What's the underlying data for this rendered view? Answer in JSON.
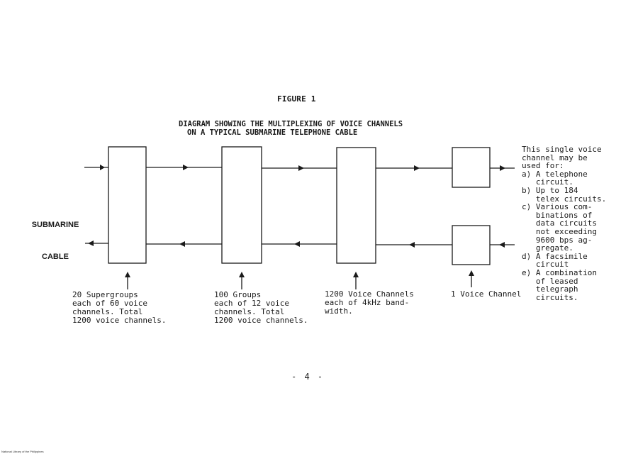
{
  "figure_title": "FIGURE 1",
  "heading": {
    "line1": "DIAGRAM SHOWING THE MULTIPLEXING OF VOICE CHANNELS",
    "line2": "ON A TYPICAL SUBMARINE TELEPHONE CABLE"
  },
  "side_label": {
    "line1": "SUBMARINE",
    "line2": "CABLE"
  },
  "captions": {
    "supergroups": "20 Supergroups\neach of 60 voice\nchannels. Total\n1200 voice channels.",
    "groups": "100 Groups\neach of 12 voice\nchannels. Total\n1200 voice channels.",
    "voice_channels": "1200 Voice Channels\neach of 4kHz band-\nwidth.",
    "single_channel": "1 Voice Channel"
  },
  "notes": "This single voice\nchannel may be\nused for:\na) A telephone\n   circuit.\nb) Up to 184\n   telex circuits.\nc) Various com-\n   binations of\n   data circuits\n   not exceeding\n   9600 bps ag-\n   gregate.\nd) A facsimile\n   circuit\ne) A combination\n   of leased\n   telegraph\n   circuits.",
  "page_number": "- 4 -",
  "footer": "National Library of the Philippines"
}
